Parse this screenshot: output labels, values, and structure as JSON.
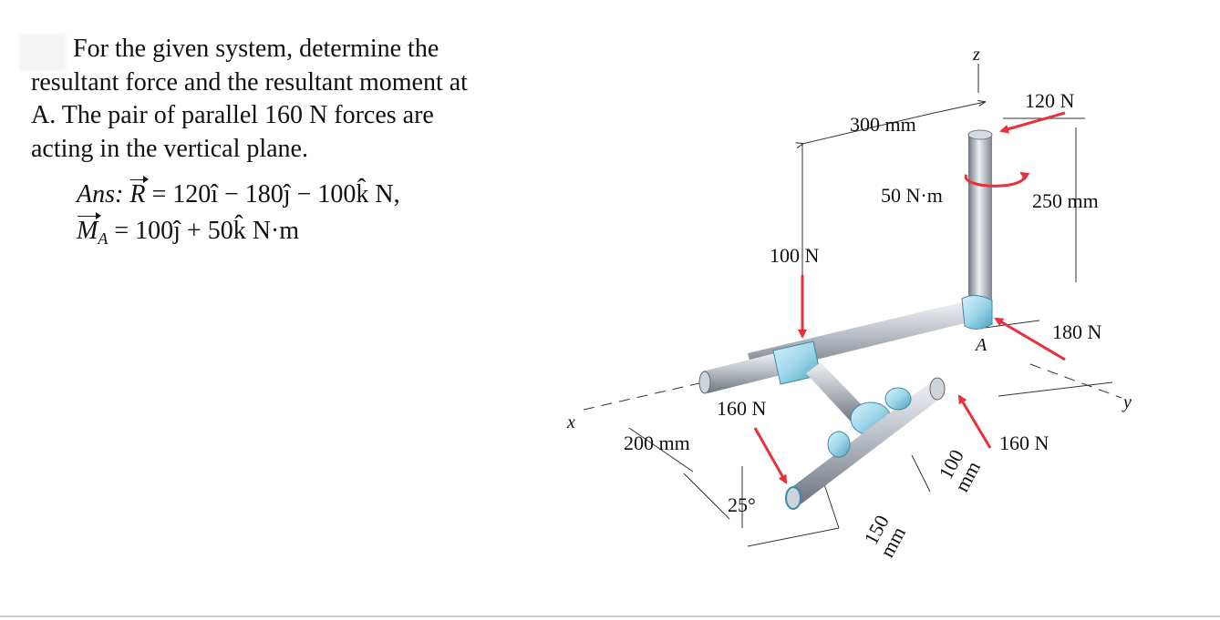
{
  "problem": {
    "lines": [
      "For the given system, determine the",
      "resultant force and the resultant moment at",
      "A. The pair of parallel 160 N forces are",
      "acting in the vertical plane."
    ],
    "ans_prefix": "Ans:",
    "resultant_force": "= 120î − 180ĵ − 100k̂ N,",
    "resultant_moment": "= 100ĵ + 50k̂ N·m",
    "R_symbol": "R",
    "M_symbol": "M",
    "M_subscript": "A"
  },
  "figure": {
    "labels": {
      "z_axis": "z",
      "x_axis": "x",
      "y_axis": "y",
      "point_a": "A",
      "force_120": "120 N",
      "force_100": "100 N",
      "force_180": "180 N",
      "force_160_left": "160 N",
      "force_160_right": "160 N",
      "moment_50": "50 N·m",
      "dim_300": "300 mm",
      "dim_250": "250 mm",
      "dim_200": "200 mm",
      "dim_150_num": "150",
      "dim_150_unit": "mm",
      "dim_100_num": "100",
      "dim_100_unit": "mm",
      "angle_25": "25°"
    },
    "colors": {
      "force_arrow": "#e8313a",
      "pipe_body": "#b9bec6",
      "pipe_fitting": "#9ed6ea"
    }
  }
}
